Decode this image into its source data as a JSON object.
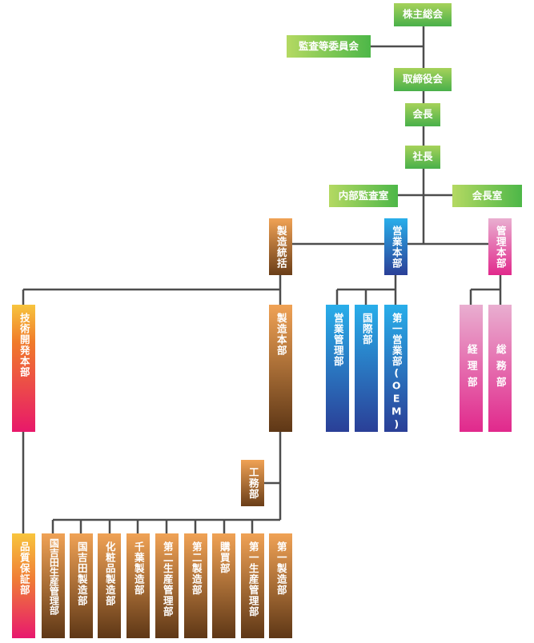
{
  "org": {
    "shareholders": "株主総会",
    "audit_committee": "監査等委員会",
    "board": "取締役会",
    "chairman": "会長",
    "president": "社長",
    "internal_audit": "内部監査室",
    "chairman_office": "会長室",
    "manufacturing_control": "製造統括",
    "sales_hq": "営業本部",
    "admin_hq": "管理本部",
    "tech_dev_hq": "技術開発本部",
    "manufacturing_hq": "製造本部",
    "sales_management": "営業管理部",
    "international": "国際部",
    "sales_1_oem": "第一営業部(OEM)",
    "accounting": "経理部",
    "general_affairs": "総務部",
    "engineering_works": "工務部",
    "quality_assurance": "品質保証部",
    "kuniyoshida_prod_mgmt": "国吉田生産管理部",
    "kuniyoshida_mfg": "国吉田製造部",
    "cosmetics_mfg": "化粧品製造部",
    "chiba_mfg": "千葉製造部",
    "prod_mgmt_2": "第二生産管理部",
    "mfg_2": "第二製造部",
    "purchasing": "購買部",
    "prod_mgmt_1": "第一生産管理部",
    "mfg_1": "第一製造部"
  },
  "colors": {
    "executive": "#4db748",
    "manufacturing": "#8a5528",
    "sales": "#2a5fae",
    "admin": "#e1298c",
    "tech": "#e8186a",
    "line": "#4d4d4d"
  }
}
